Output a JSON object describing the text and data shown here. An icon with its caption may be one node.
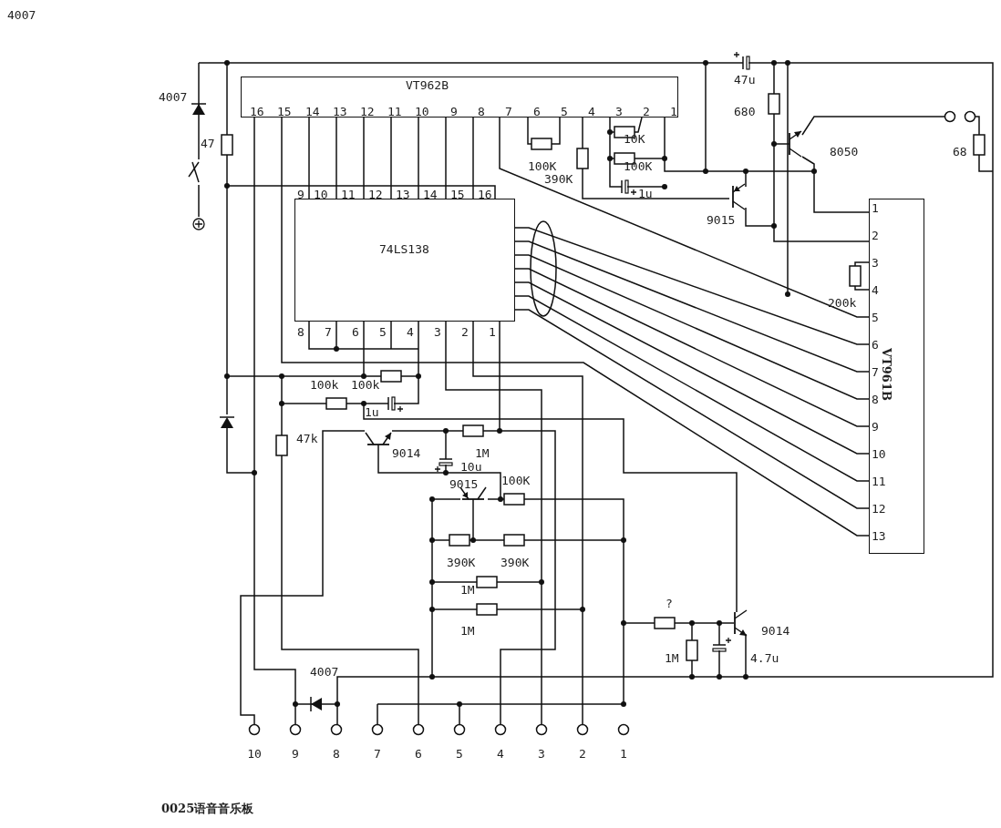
{
  "diagram": {
    "caption": "0025语音音乐板",
    "nodes": [
      {
        "text": [
          "VT962B",
          "16",
          "15",
          "14",
          "13",
          "12",
          "11",
          "10",
          "9",
          "8",
          "7",
          "6",
          "5",
          "4",
          "3",
          "2",
          "1"
        ]
      },
      {
        "text": [
          "9",
          "10",
          "11",
          "12",
          "13",
          "14",
          "15",
          "16",
          "74LS138",
          "8",
          "7",
          "6",
          "5",
          "4",
          "3",
          "2",
          "1"
        ]
      },
      {
        "text": [
          "1",
          "2",
          "3",
          "4",
          "5",
          "6",
          "7",
          "8",
          "9",
          "10",
          "11",
          "12",
          "13",
          "VT961B"
        ]
      }
    ],
    "edges": [
      {
        "from": 0,
        "to": 2,
        "arrow": "none"
      },
      {
        "from": 0,
        "to": 1,
        "arrow": "none"
      },
      {
        "from": 0,
        "to": 1,
        "arrow": "none"
      },
      {
        "from": 0,
        "to": 1,
        "arrow": "none"
      },
      {
        "from": 0,
        "to": 1,
        "arrow": "none"
      },
      {
        "from": 0,
        "to": 1,
        "arrow": "none"
      },
      {
        "from": 0,
        "to": 1,
        "arrow": "none"
      },
      {
        "from": 0,
        "to": 1,
        "arrow": "none"
      },
      {
        "from": 1,
        "to": 2,
        "arrow": "none"
      },
      {
        "from": 1,
        "to": 2,
        "arrow": "none"
      },
      {
        "from": 1,
        "to": 2,
        "arrow": "none"
      },
      {
        "from": 1,
        "to": 2,
        "arrow": "none"
      },
      {
        "from": 1,
        "to": 2,
        "arrow": "none"
      },
      {
        "from": 1,
        "to": 2,
        "arrow": "none"
      },
      {
        "from": 1,
        "to": 2,
        "arrow": "none"
      },
      {
        "from": 0,
        "to": 2,
        "arrow": "none"
      }
    ],
    "labels": [
      "4007",
      "47u",
      "4007",
      "680",
      "47",
      "8050",
      "68",
      "100K",
      "10K",
      "100K",
      "390K",
      "1u",
      "9015",
      "200k",
      "100k",
      "100k",
      "1u",
      "47k",
      "9014",
      "1M",
      "10u",
      "100K",
      "9015",
      "390K",
      "390K",
      "1M",
      "1M",
      "?",
      "9014",
      "1M",
      "4.7u",
      "4007",
      "10",
      "9",
      "8",
      "7",
      "6",
      "5",
      "4",
      "3",
      "2",
      "1"
    ]
  }
}
